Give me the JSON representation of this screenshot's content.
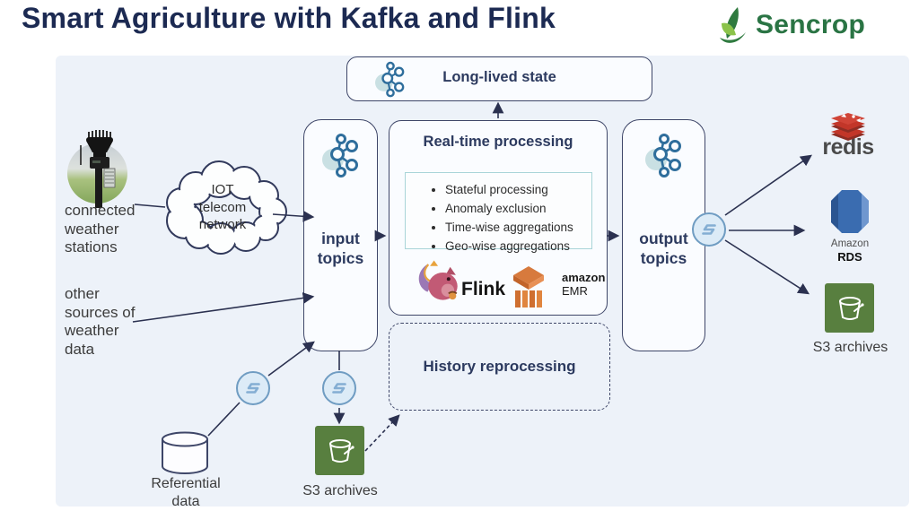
{
  "header": {
    "title": "Smart Agriculture with Kafka and Flink",
    "brand": "Sencrop"
  },
  "diagram": {
    "sources": {
      "weather_stations_label": "connected\nweather\nstations",
      "iot_cloud_label": "IOT\ntelecom\nnetwork",
      "other_sources_label": "other\nsources of\nweather\ndata",
      "referential_data_label": "Referential\ndata",
      "s3_archives_bottom_label": "S3 archives"
    },
    "kafka": {
      "input_topics_label": "input\ntopics",
      "long_lived_state_label": "Long-lived state",
      "output_topics_label": "output\ntopics"
    },
    "processing": {
      "title": "Real-time processing",
      "bullets": [
        "Stateful processing",
        "Anomaly exclusion",
        "Time-wise aggregations",
        "Geo-wise aggregations"
      ],
      "flink_label": "Flink",
      "emr_label_line1": "amazon",
      "emr_label_line2": "EMR"
    },
    "history": {
      "label": "History reprocessing"
    },
    "outputs": {
      "redis_label": "redis",
      "rds_label_line1": "Amazon",
      "rds_label_line2": "RDS",
      "s3_archives_label": "S3 archives"
    },
    "icons": {
      "kafka": "kafka-topic-icon",
      "connector": "kafka-connect-icon",
      "bucket": "s3-bucket-icon",
      "cylinder": "database-icon",
      "cloud": "network-cloud-icon",
      "leaf": "sencrop-leaf-icon"
    },
    "colors": {
      "title_navy": "#1c2a52",
      "box_border_navy": "#3e4668",
      "label_navy": "#2c3a5f",
      "panel_bg": "#edf2f9",
      "kafka_blue": "#2f6e9c",
      "kafka_blob_teal": "#c9e0e3",
      "connector_fill": "#dcebf7",
      "connector_border": "#6f9cc2",
      "inner_box_teal": "#a9d4d8",
      "s3_green": "#587f3f",
      "redis_red": "#c23629",
      "rds_blue": "#3a6cb0",
      "emr_orange": "#d77a3d",
      "sencrop_green": "#2a7444",
      "arrow_navy": "#2b3150"
    }
  }
}
